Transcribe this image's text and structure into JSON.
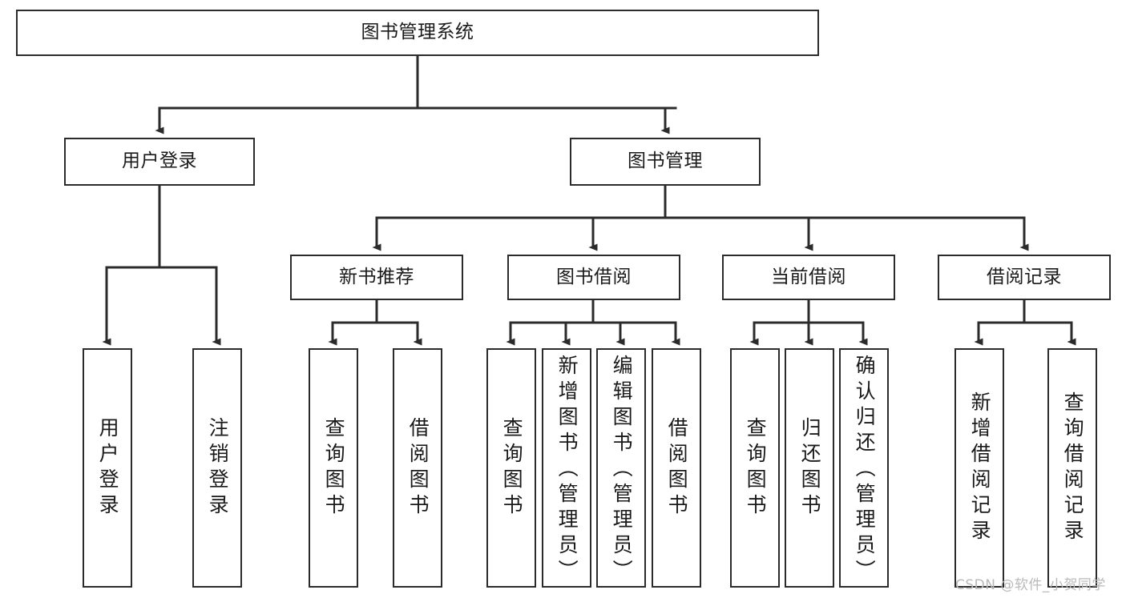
{
  "diagram": {
    "title": "图书管理系统",
    "type": "tree",
    "stroke_color": "#2b2b2b",
    "fill_color": "#ffffff",
    "text_color": "#1a1a1a",
    "root": {
      "label": "图书管理系统"
    },
    "level2": [
      {
        "label": "用户登录"
      },
      {
        "label": "图书管理"
      }
    ],
    "level3": [
      {
        "label": "新书推荐"
      },
      {
        "label": "图书借阅"
      },
      {
        "label": "当前借阅"
      },
      {
        "label": "借阅记录"
      }
    ],
    "leaves": {
      "user_login": [
        {
          "label": "用户登录"
        },
        {
          "label": "注销登录"
        }
      ],
      "new_book": [
        {
          "label": "查询图书"
        },
        {
          "label": "借阅图书"
        }
      ],
      "book_borrow": [
        {
          "label": "查询图书"
        },
        {
          "label": "新增图书（管理员）"
        },
        {
          "label": "编辑图书（管理员）"
        },
        {
          "label": "借阅图书"
        }
      ],
      "current_borrow": [
        {
          "label": "查询图书"
        },
        {
          "label": "归还图书"
        },
        {
          "label": "确认归还（管理员）"
        }
      ],
      "borrow_record": [
        {
          "label": "新增借阅记录"
        },
        {
          "label": "查询借阅记录"
        }
      ]
    }
  },
  "watermark": {
    "text": "CSDN @软件_小贺同学"
  }
}
